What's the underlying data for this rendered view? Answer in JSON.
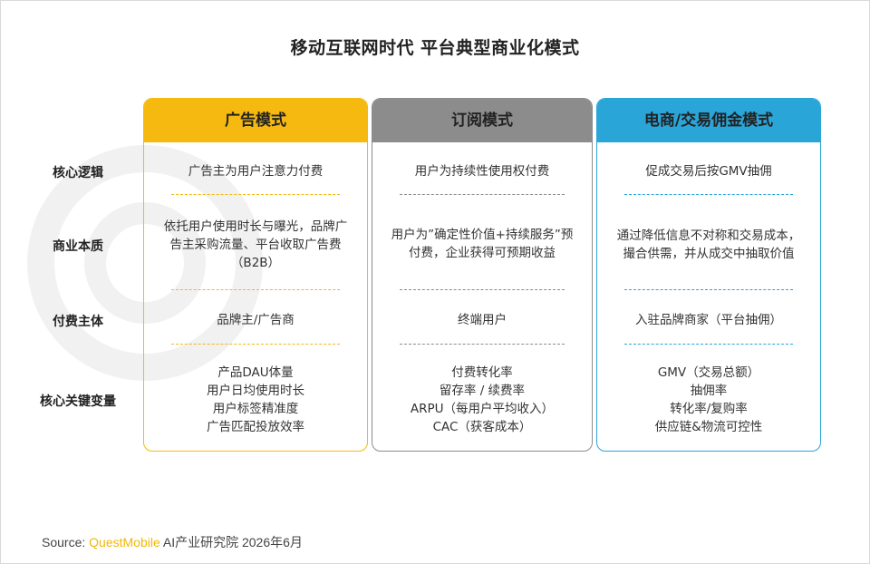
{
  "title": "移动互联网时代 平台典型商业化模式",
  "row_labels": [
    "核心逻辑",
    "商业本质",
    "付费主体",
    "核心关键变量"
  ],
  "columns": [
    {
      "header": "广告模式",
      "color": "#f5b90f",
      "logic": "广告主为用户注意力付费",
      "essence": "依托用户使用时长与曝光，品牌广告主采购流量、平台收取广告费（B2B）",
      "payer": "品牌主/广告商",
      "variables": [
        "产品DAU体量",
        "用户日均使用时长",
        "用户标签精准度",
        "广告匹配投放效率"
      ]
    },
    {
      "header": "订阅模式",
      "color": "#8c8c8c",
      "logic": "用户为持续性使用权付费",
      "essence": "用户为”确定性价值+持续服务”预付费，企业获得可预期收益",
      "payer": "终端用户",
      "variables": [
        "付费转化率",
        "留存率 / 续费率",
        "ARPU（每用户平均收入）",
        "CAC（获客成本）"
      ]
    },
    {
      "header": "电商/交易佣金模式",
      "color": "#2aa5d8",
      "logic": "促成交易后按GMV抽佣",
      "essence": "通过降低信息不对称和交易成本，撮合供需，并从成交中抽取价值",
      "payer": "入驻品牌商家（平台抽佣）",
      "variables": [
        "GMV（交易总额）",
        "抽佣率",
        "转化率/复购率",
        "供应链&物流可控性"
      ]
    }
  ],
  "source": {
    "prefix": "Source:",
    "brand": "QuestMobile",
    "suffix": "AI产业研究院 2026年6月"
  }
}
